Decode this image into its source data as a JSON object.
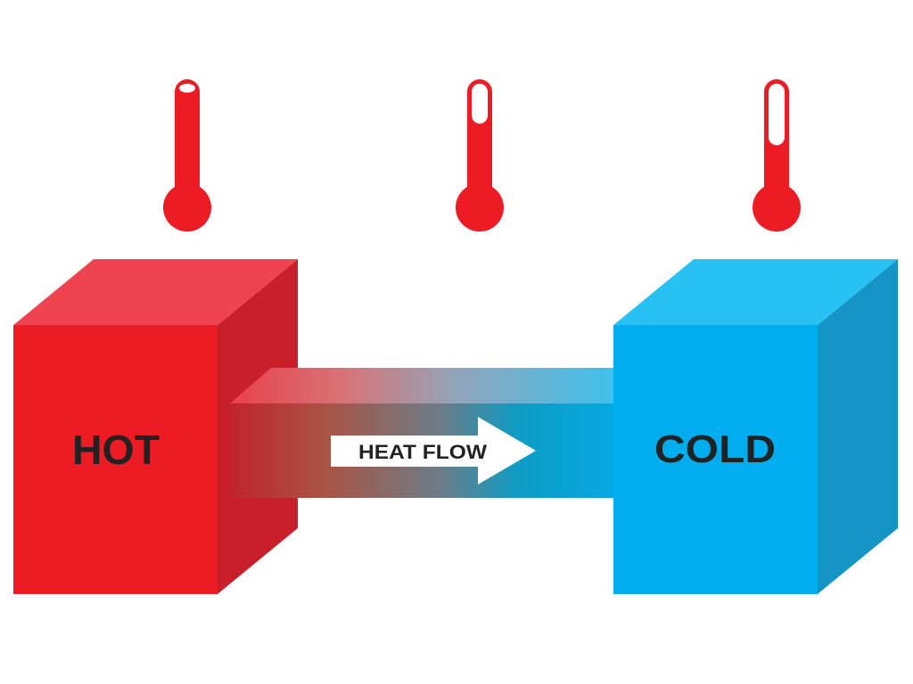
{
  "hot_block": {
    "label": "HOT"
  },
  "cold_block": {
    "label": "COLD"
  },
  "flow_arrow": {
    "label": "HEAT FLOW"
  },
  "thermometers": [
    {
      "level": 0.93
    },
    {
      "level": 0.65
    },
    {
      "level": 0.46
    }
  ],
  "colors": {
    "hot_front": "#ED1C24",
    "hot_top": "#EF4450",
    "hot_side": "#C91F2A",
    "cold_front": "#00AEEF",
    "cold_top": "#27C1F3",
    "cold_side": "#1495C6",
    "label_text": "#222222",
    "thermometer": "#ED1C24",
    "arrow_fill": "#FFFFFF"
  }
}
